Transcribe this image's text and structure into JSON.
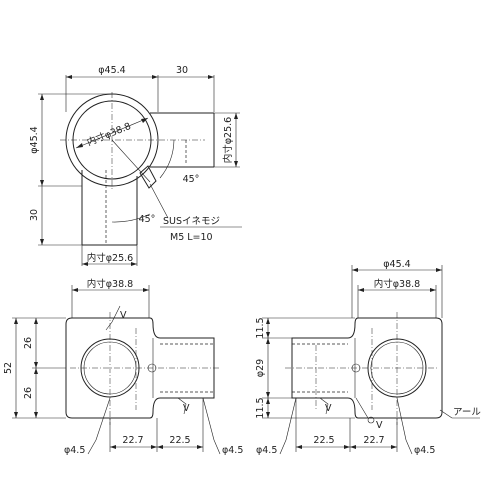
{
  "top_view": {
    "dim_outer_dia": "φ45.4",
    "dim_branch_len": "30",
    "dim_outer_dia_v": "φ45.4",
    "dim_inner_dia": "内寸φ38.8",
    "dim_inner_right": "内寸φ25.6",
    "dim_angle_1": "45°",
    "dim_angle_2": "45°",
    "dim_leg_len": "30",
    "screw_line_1": "SUSイネモジ",
    "screw_line_2": "M5 L=10",
    "dim_inner_bottom": "内寸φ25.6"
  },
  "front_view": {
    "dim_inner_dia": "内寸φ38.8",
    "mark_v1": "V",
    "dim_total_h": "52",
    "dim_upper": "26",
    "dim_lower": "26",
    "mark_v2": "V",
    "dim_hole_left": "φ4.5",
    "dim_x1": "22.7",
    "dim_x2": "22.5",
    "dim_hole_right": "φ4.5"
  },
  "side_view": {
    "dim_outer_dia": "φ45.4",
    "dim_inner_dia": "内寸φ38.8",
    "dim_top": "11.5",
    "dim_pipe_dia": "φ29",
    "dim_bottom": "11.5",
    "mark_v1": "V",
    "mark_v2": "V",
    "note_r": "アール",
    "dim_hole_left": "φ4.5",
    "dim_x1": "22.5",
    "dim_x2": "22.7",
    "dim_hole_right": "φ4.5"
  }
}
